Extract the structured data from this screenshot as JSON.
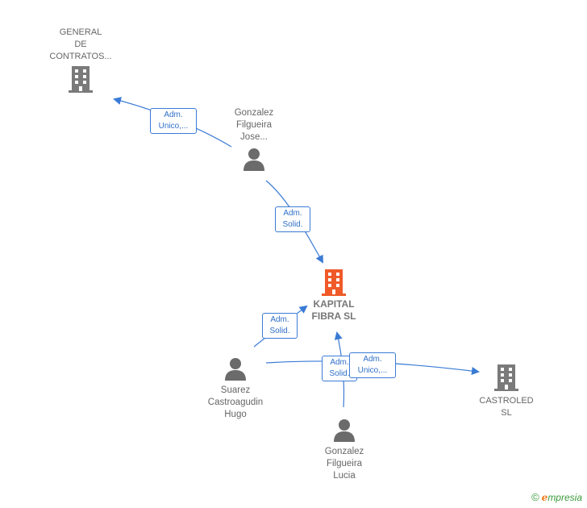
{
  "colors": {
    "edge": "#3a7bd5",
    "company_icon": "#7a7a7a",
    "focus_icon": "#f05a28",
    "person_icon": "#6b6b6b"
  },
  "nodes": {
    "general": {
      "label": "GENERAL\nDE\nCONTRATOS...",
      "icon": "building-icon"
    },
    "gonzalez_jose": {
      "label": "Gonzalez\nFilgueira\nJose...",
      "icon": "person-icon"
    },
    "kapital": {
      "label": "KAPITAL\nFIBRA  SL",
      "icon": "building-icon"
    },
    "suarez": {
      "label": "Suarez\nCastroagudin\nHugo",
      "icon": "person-icon"
    },
    "castroled": {
      "label": "CASTROLED\nSL",
      "icon": "building-icon"
    },
    "gonzalez_lucia": {
      "label": "Gonzalez\nFilgueira\nLucia",
      "icon": "person-icon"
    }
  },
  "edges": {
    "jose_general": "Adm.\nUnico,...",
    "jose_kapital": "Adm.\nSolid.",
    "suarez_kapital": "Adm.\nSolid.",
    "lucia_kapital": "Adm.\nSolid.",
    "suarez_castroled": "Adm.\nUnico,..."
  },
  "brand": {
    "copyright": "©",
    "e": "e",
    "rest": "mpresia"
  }
}
